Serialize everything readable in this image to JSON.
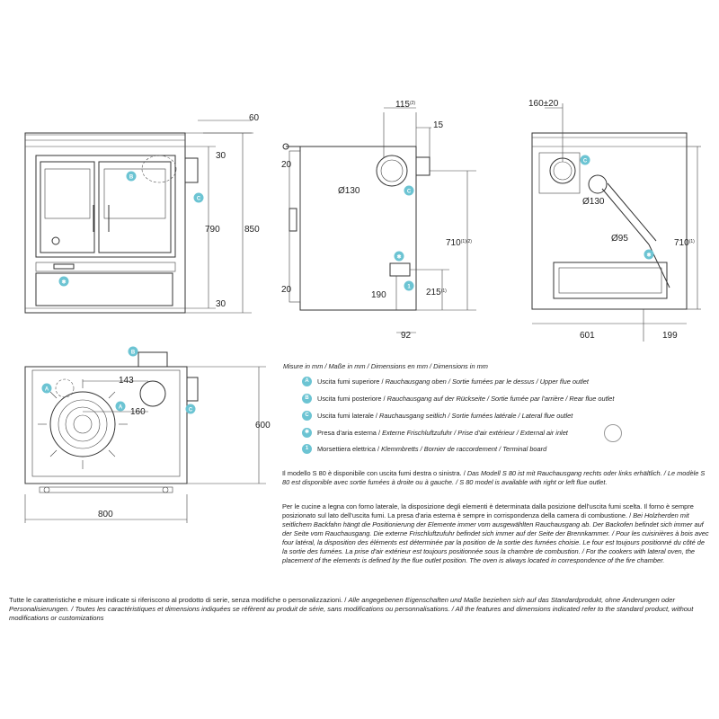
{
  "dims": {
    "front": {
      "d60": "60",
      "d30top": "30",
      "d790": "790",
      "d850": "850",
      "d30bot": "30"
    },
    "side": {
      "d115": "115",
      "d115sup": "(2)",
      "d15": "15",
      "d20top": "20",
      "d130": "Ø130",
      "d710": "710",
      "d710sup": "(1)(2)",
      "d20bot": "20",
      "d190": "190",
      "d215": "215",
      "d215sup": "(1)",
      "d92": "92"
    },
    "rear": {
      "d160": "160±20",
      "d130": "Ø130",
      "d95": "Ø95",
      "d710": "710",
      "d710sup": "(1)",
      "d601": "601",
      "d199": "199"
    },
    "top": {
      "d143": "143",
      "d160": "160",
      "d600": "600",
      "d800": "800"
    }
  },
  "markers": {
    "A": "A",
    "B": "B",
    "C": "C",
    "star": "✱",
    "one": "1"
  },
  "legend": {
    "title": "Misure in mm / Maße in mm / Dimensions en mm / Dimensions in mm",
    "items": [
      {
        "mark": "A",
        "text_plain": "Uscita fumi superiore / ",
        "text_it": "Rauchausgang oben / Sortie fumées par le dessus / Upper flue outlet"
      },
      {
        "mark": "B",
        "text_plain": "Uscita fumi posteriore / ",
        "text_it": "Rauchausgang auf der Rückseite / Sortie fumée par l'arrière / Rear flue outlet"
      },
      {
        "mark": "C",
        "text_plain": "Uscita fumi laterale / ",
        "text_it": "Rauchausgang seitlich / Sortie fumées latérale / Lateral flue outlet"
      },
      {
        "mark": "✱",
        "text_plain": "Presa d'aria esterna / ",
        "text_it": "Externe Frischluftzufuhr / Prise d'air extérieur / External air inlet"
      },
      {
        "mark": "1",
        "text_plain": "Morsettiera elettrica / ",
        "text_it": "Klemmbretts / Bornier de raccordement / Terminal board"
      }
    ]
  },
  "notes": {
    "p1_plain": "Il modello S 80 è disponibile con uscita fumi destra o sinistra. / ",
    "p1_it": "Das Modell S 80 ist mit Rauchausgang rechts oder links erhältlich. / Le modèle S 80 est disponible avec sortie fumées à droite ou à gauche. / S 80 model is available with right or left flue outlet.",
    "p2_plain": "Per le cucine a legna con forno laterale, la disposizione degli elementi è determinata dalla posizione dell'uscita fumi scelta. Il forno è sempre posizionato sul lato dell'uscita fumi. La presa d'aria esterna è sempre in corrispondenza della camera di combustione. / ",
    "p2_it": "Bei Holzherden mit seitlichem Backfahn hängt die Positionierung der Elemente immer vom ausgewählten Rauchausgang ab. Der Backofen befindet sich immer auf der Seite vom Rauchausgang. Die externe Frischluftzufuhr befindet sich immer auf der Seite der Brennkammer. / Pour les cuisinières à bois avec four latéral, la disposition des éléments est déterminée par la position de la sortie des fumées choisie. Le four est toujours positionné du côté de la sortie des fumées. La prise d'air extérieur est toujours positionnée sous la chambre de combustion. / For the cookers with lateral oven, the placement of the elements is defined by the flue outlet position. The oven is always located in correspondence of the fire chamber.",
    "footer_plain": "Tutte le caratteristiche e misure indicate si riferiscono al prodotto di serie, senza modifiche o personalizzazioni. / ",
    "footer_it": "Alle angegebenen Eigenschaften und Maße beziehen sich auf das Standardprodukt, ohne Änderungen oder Personalisierungen. / Toutes les caractéristiques et dimensions indiquées se réfèrent au produit de série, sans modifications ou personnalisations. / All the features and dimensions indicated refer to the standard product, without modifications or customizations"
  },
  "colors": {
    "marker": "#6cc4d3",
    "line": "#333333"
  }
}
